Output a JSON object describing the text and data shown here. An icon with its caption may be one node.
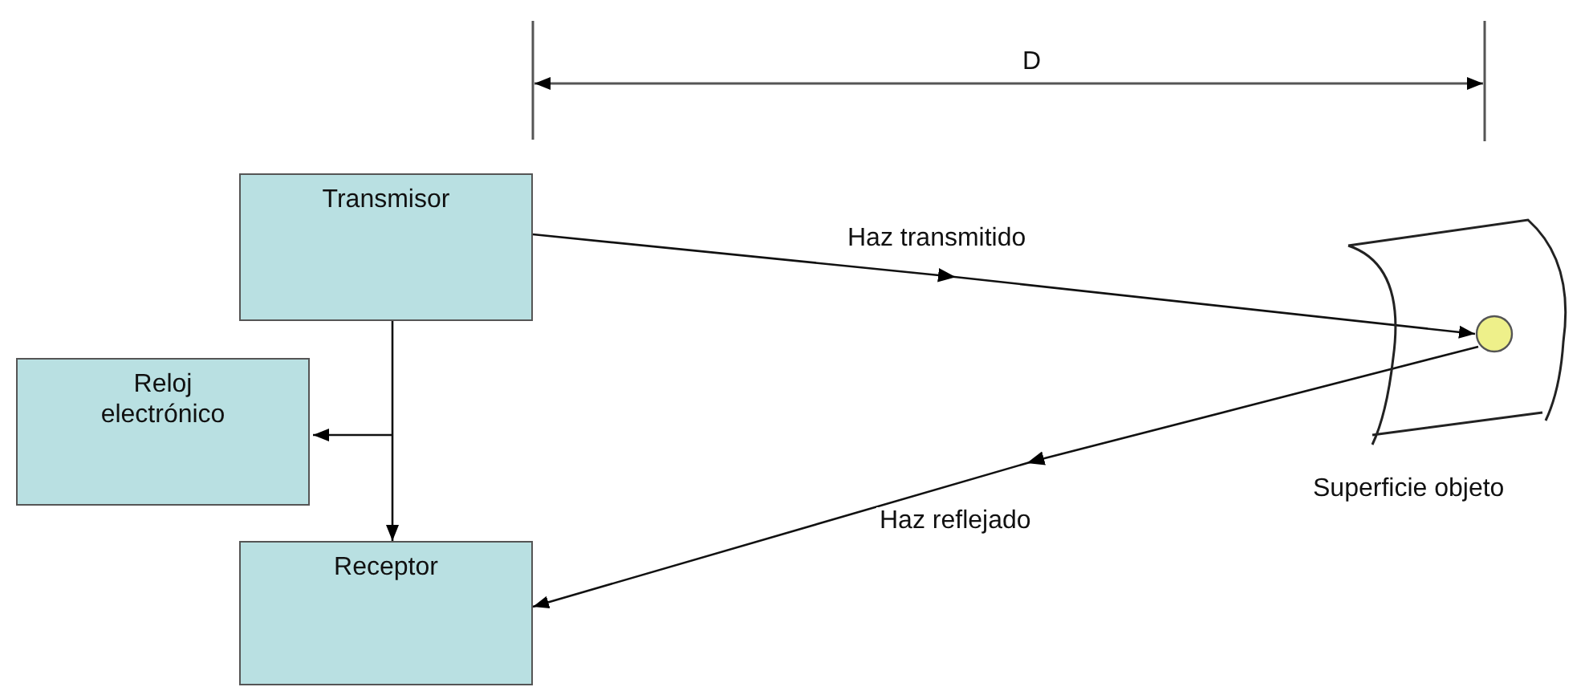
{
  "diagram": {
    "nodes": [
      {
        "text": [
          "Transmisor"
        ]
      },
      {
        "text": [
          "Reloj electrónico"
        ]
      },
      {
        "text": [
          "Receptor"
        ]
      },
      {
        "text": [],
        "shape": "picture",
        "beside": [
          "Superficie objeto"
        ]
      },
      {
        "text": [],
        "shape": "circle",
        "in": 3
      }
    ],
    "edges": [
      {
        "from": 0,
        "to": 4,
        "arrow": "to",
        "label": "Haz transmitido"
      },
      {
        "from": 4,
        "to": 2,
        "arrow": "to",
        "label": "Haz reflejado"
      },
      {
        "from": 0,
        "to": 2,
        "arrow": "to"
      },
      {
        "from": 0,
        "to": 1,
        "arrow": "to"
      }
    ],
    "labels": [
      "D"
    ]
  }
}
